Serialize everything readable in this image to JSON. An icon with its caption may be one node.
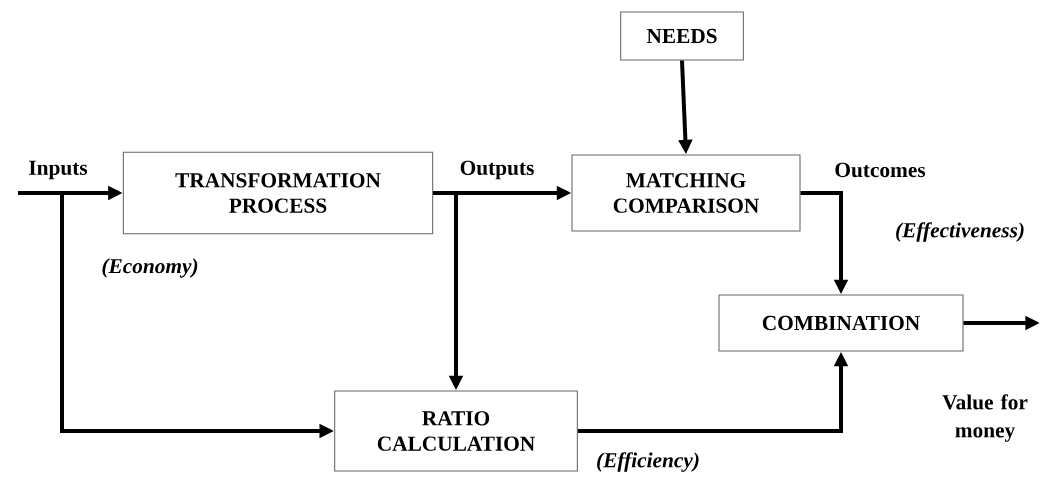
{
  "diagram": {
    "nodes": [
      {
        "text": [
          "TRANSFORMATION PROCESS"
        ]
      },
      {
        "text": [
          "NEEDS"
        ]
      },
      {
        "text": [
          "MATCHING COMPARISON"
        ]
      },
      {
        "text": [
          "COMBINATION"
        ]
      },
      {
        "text": [
          "RATIO CALCULATION"
        ]
      }
    ],
    "edges": [
      {
        "from": null,
        "to": 0,
        "arrow": "to",
        "label": "Inputs"
      },
      {
        "from": null,
        "to": 4,
        "arrow": "to",
        "label": "(Economy)"
      },
      {
        "from": 0,
        "to": 2,
        "arrow": "to",
        "label": "Outputs"
      },
      {
        "from": 0,
        "to": 4,
        "arrow": "to"
      },
      {
        "from": 1,
        "to": 2,
        "arrow": "to"
      },
      {
        "from": 2,
        "to": 3,
        "arrow": "to",
        "label": "Outcomes"
      },
      {
        "from": 4,
        "to": 3,
        "arrow": "to",
        "label": "(Efficiency)"
      },
      {
        "from": 3,
        "to": null,
        "arrow": "to",
        "label": "Value for money"
      }
    ],
    "labels": [
      "(Effectiveness)"
    ]
  }
}
